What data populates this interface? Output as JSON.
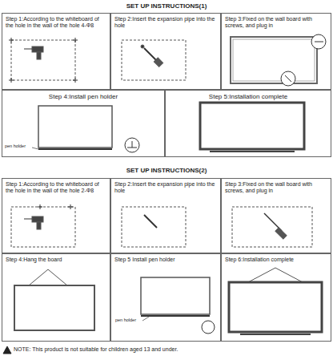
{
  "diagram": {
    "nodes": [
      {
        "text": [
          "Step 1:According to the whiteboard of the hole in the wall of the hole 4-Φ8"
        ]
      },
      {
        "text": [
          "Step 2:Insert the expansion pipe into the hole"
        ]
      },
      {
        "text": [
          "Step 3:Fixed on the wall board with screws, and plug in"
        ]
      },
      {
        "text": [
          "Step 4:Install pen holder"
        ]
      },
      {
        "text": [
          "Step 5:Installation complete"
        ]
      },
      {
        "text": [
          "Step 1:According to the whiteboard of the hole in the wall of the hole 2-Φ8"
        ]
      },
      {
        "text": [
          "Step 2:Insert the expansion pipe into the hole"
        ]
      },
      {
        "text": [
          "Step 3:Fixed on the wall board with screws, and plug in"
        ]
      },
      {
        "text": [
          "Step 4:Hang the board"
        ]
      },
      {
        "text": [
          "Step 5 Install pen holder"
        ]
      },
      {
        "text": [
          "Step 6:Installation complete"
        ]
      }
    ],
    "labels": [
      "SET UP INSTRUCTIONS(1)",
      "SET UP INSTRUCTIONS(2)",
      "pen holder",
      "pen holder",
      "NOTE: This product is not suitable for children aged 13 and under."
    ]
  }
}
